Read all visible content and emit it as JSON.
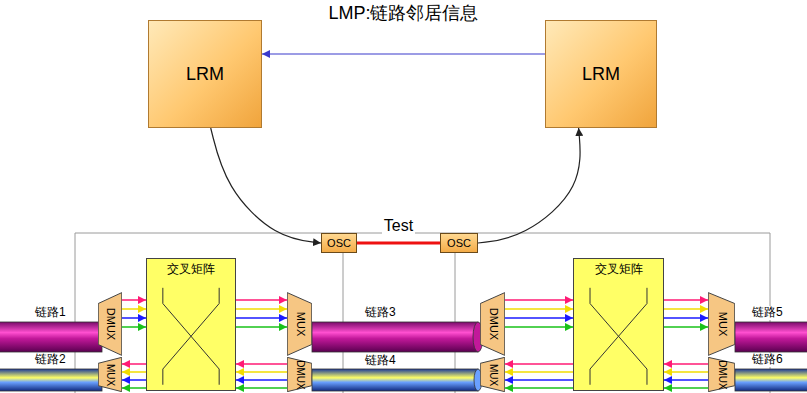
{
  "diagram": {
    "nodes": [
      {
        "text": [
          "LRM"
        ]
      },
      {
        "text": [
          "LRM"
        ]
      },
      {
        "text": [
          "OSC"
        ]
      },
      {
        "text": [
          "OSC"
        ]
      },
      {
        "text": [
          "DMUX"
        ]
      },
      {
        "text": [
          "交叉矩阵"
        ]
      },
      {
        "text": [
          "MUX"
        ]
      },
      {
        "text": [
          "DMUX"
        ]
      },
      {
        "text": [
          "交叉矩阵"
        ]
      },
      {
        "text": [
          "MUX"
        ]
      },
      {
        "text": [
          "MUX"
        ]
      },
      {
        "text": [
          "DMUX"
        ]
      },
      {
        "text": [
          "MUX"
        ]
      },
      {
        "text": [
          "DMUX"
        ]
      }
    ],
    "edges": [
      {
        "from": 1,
        "to": 0,
        "label": "LMP:链路邻居信息",
        "arrow": "to"
      },
      {
        "from": 0,
        "to": 2,
        "arrow": "to"
      },
      {
        "from": 3,
        "to": 1,
        "arrow": "to"
      },
      {
        "from": 2,
        "to": 3,
        "label": "Test",
        "arrow": "none"
      },
      {
        "from": 4,
        "to": 5,
        "arrow": "to"
      },
      {
        "from": 4,
        "to": 5,
        "arrow": "to"
      },
      {
        "from": 4,
        "to": 5,
        "arrow": "to"
      },
      {
        "from": 4,
        "to": 5,
        "arrow": "to"
      },
      {
        "from": 5,
        "to": 6,
        "arrow": "to"
      },
      {
        "from": 5,
        "to": 6,
        "arrow": "to"
      },
      {
        "from": 5,
        "to": 6,
        "arrow": "to"
      },
      {
        "from": 5,
        "to": 6,
        "arrow": "to"
      },
      {
        "from": 7,
        "to": 8,
        "arrow": "to"
      },
      {
        "from": 7,
        "to": 8,
        "arrow": "to"
      },
      {
        "from": 7,
        "to": 8,
        "arrow": "to"
      },
      {
        "from": 7,
        "to": 8,
        "arrow": "to"
      },
      {
        "from": 8,
        "to": 9,
        "arrow": "to"
      },
      {
        "from": 8,
        "to": 9,
        "arrow": "to"
      },
      {
        "from": 8,
        "to": 9,
        "arrow": "to"
      },
      {
        "from": 8,
        "to": 9,
        "arrow": "to"
      },
      {
        "from": 5,
        "to": 10,
        "arrow": "to"
      },
      {
        "from": 5,
        "to": 10,
        "arrow": "to"
      },
      {
        "from": 5,
        "to": 10,
        "arrow": "to"
      },
      {
        "from": 5,
        "to": 10,
        "arrow": "to"
      },
      {
        "from": 11,
        "to": 5,
        "arrow": "to"
      },
      {
        "from": 11,
        "to": 5,
        "arrow": "to"
      },
      {
        "from": 11,
        "to": 5,
        "arrow": "to"
      },
      {
        "from": 11,
        "to": 5,
        "arrow": "to"
      },
      {
        "from": 8,
        "to": 12,
        "arrow": "to"
      },
      {
        "from": 8,
        "to": 12,
        "arrow": "to"
      },
      {
        "from": 8,
        "to": 12,
        "arrow": "to"
      },
      {
        "from": 8,
        "to": 12,
        "arrow": "to"
      },
      {
        "from": 13,
        "to": 8,
        "arrow": "to"
      },
      {
        "from": 13,
        "to": 8,
        "arrow": "to"
      },
      {
        "from": 13,
        "to": 8,
        "arrow": "to"
      },
      {
        "from": 13,
        "to": 8,
        "arrow": "to"
      }
    ],
    "labels": [
      "链路1",
      "链路2",
      "链路3",
      "链路4",
      "链路5",
      "链路6"
    ]
  }
}
